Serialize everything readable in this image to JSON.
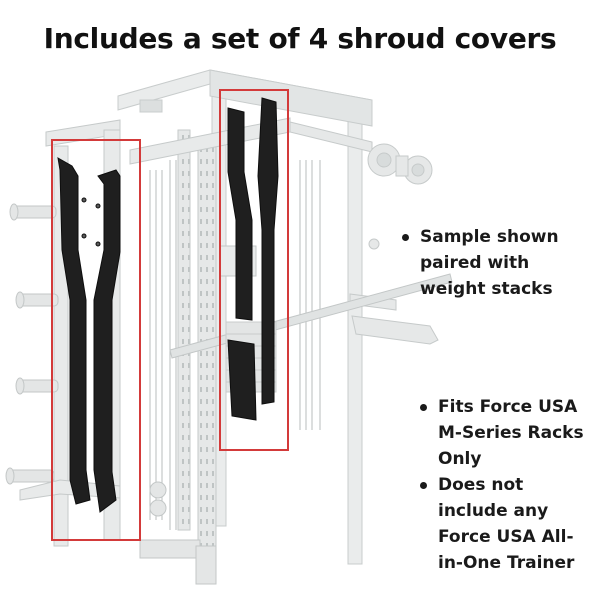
{
  "header": {
    "title": "Includes a set of 4 shroud covers"
  },
  "notes_top": [
    "Sample shown paired with weight  stacks"
  ],
  "notes_bottom": [
    "Fits Force USA M-Series Racks Only",
    "Does not include any Force USA All-in-One Trainer"
  ],
  "colors": {
    "frame": "#e8eaea",
    "frame_edge": "#c9cdcd",
    "shroud": "#1d1d1d",
    "highlight_box": "#d33a3a",
    "text": "#1a1a1a"
  }
}
